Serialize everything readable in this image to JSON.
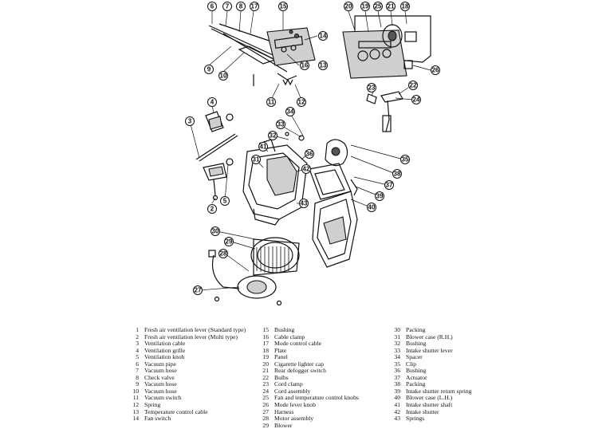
{
  "legend": [
    [
      {
        "num": "1",
        "label": "Fresh air ventilation lever (Standard type)"
      },
      {
        "num": "2",
        "label": "Fresh air ventilation lever (Multi type)"
      },
      {
        "num": "3",
        "label": "Ventilation cable"
      },
      {
        "num": "4",
        "label": "Ventilation grille"
      },
      {
        "num": "5",
        "label": "Ventilation knob"
      },
      {
        "num": "6",
        "label": "Vacuum pipe"
      },
      {
        "num": "7",
        "label": "Vacuum hose"
      },
      {
        "num": "8",
        "label": "Check valve"
      },
      {
        "num": "9",
        "label": "Vacuum hose"
      },
      {
        "num": "10",
        "label": "Vacuum hose"
      },
      {
        "num": "11",
        "label": "Vacuum switch"
      },
      {
        "num": "12",
        "label": "Spring"
      },
      {
        "num": "13",
        "label": "Temperature control cable"
      },
      {
        "num": "14",
        "label": "Fan switch"
      }
    ],
    [
      {
        "num": "15",
        "label": "Bushing"
      },
      {
        "num": "16",
        "label": "Cable clamp"
      },
      {
        "num": "17",
        "label": "Mode control cable"
      },
      {
        "num": "18",
        "label": "Plate"
      },
      {
        "num": "19",
        "label": "Panel"
      },
      {
        "num": "20",
        "label": "Cigarette lighter cap"
      },
      {
        "num": "21",
        "label": "Rear defogger switch"
      },
      {
        "num": "22",
        "label": "Bulbs"
      },
      {
        "num": "23",
        "label": "Cord clamp"
      },
      {
        "num": "24",
        "label": "Cord assembly"
      },
      {
        "num": "25",
        "label": "Fan and temperature control knobs"
      },
      {
        "num": "26",
        "label": "Mode lever knob"
      },
      {
        "num": "27",
        "label": "Harness"
      },
      {
        "num": "28",
        "label": "Motor assembly"
      },
      {
        "num": "29",
        "label": "Blower"
      }
    ],
    [
      {
        "num": "30",
        "label": "Packing"
      },
      {
        "num": "31",
        "label": "Blower case (R.H.)"
      },
      {
        "num": "32",
        "label": "Bushing"
      },
      {
        "num": "33",
        "label": "Intake shutter lever"
      },
      {
        "num": "34",
        "label": "Spacer"
      },
      {
        "num": "35",
        "label": "Clip"
      },
      {
        "num": "36",
        "label": "Bushing"
      },
      {
        "num": "37",
        "label": "Actuator"
      },
      {
        "num": "38",
        "label": "Packing"
      },
      {
        "num": "39",
        "label": "Intake shutter return spring"
      },
      {
        "num": "40",
        "label": "Blower case (L.H.)"
      },
      {
        "num": "41",
        "label": "Intake shutter shaft"
      },
      {
        "num": "42",
        "label": "Intake shutter"
      },
      {
        "num": "43",
        "label": "Springs"
      }
    ]
  ]
}
